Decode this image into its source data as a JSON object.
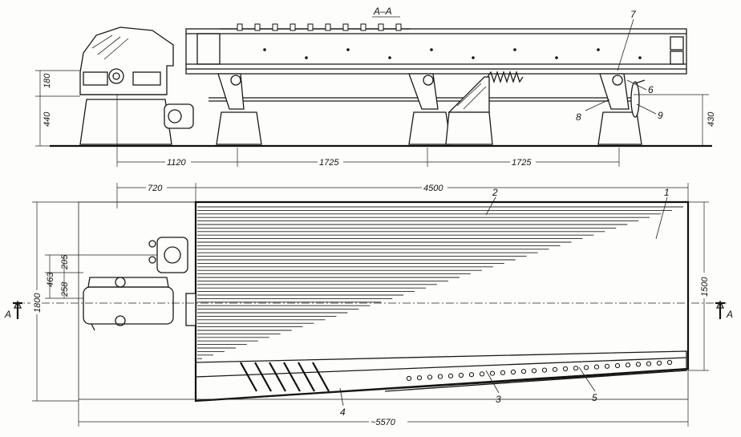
{
  "section_title": "A–A",
  "side_view": {
    "dimensions": {
      "h_top": "180",
      "h_base": "440",
      "h_right": "430",
      "span_1": "1120",
      "span_2": "1725",
      "span_3": "1725"
    },
    "callouts": [
      "7",
      "6",
      "8",
      "9"
    ]
  },
  "plan_view": {
    "dimensions": {
      "top_left": "720",
      "top_main": "4500",
      "left_overall": "1800",
      "left_a": "463",
      "left_b": "258",
      "left_c": "205",
      "right_height": "1500",
      "bottom_overall": "~5570"
    },
    "section_marker": "A",
    "callouts": [
      "1",
      "2",
      "3",
      "4",
      "5"
    ]
  }
}
